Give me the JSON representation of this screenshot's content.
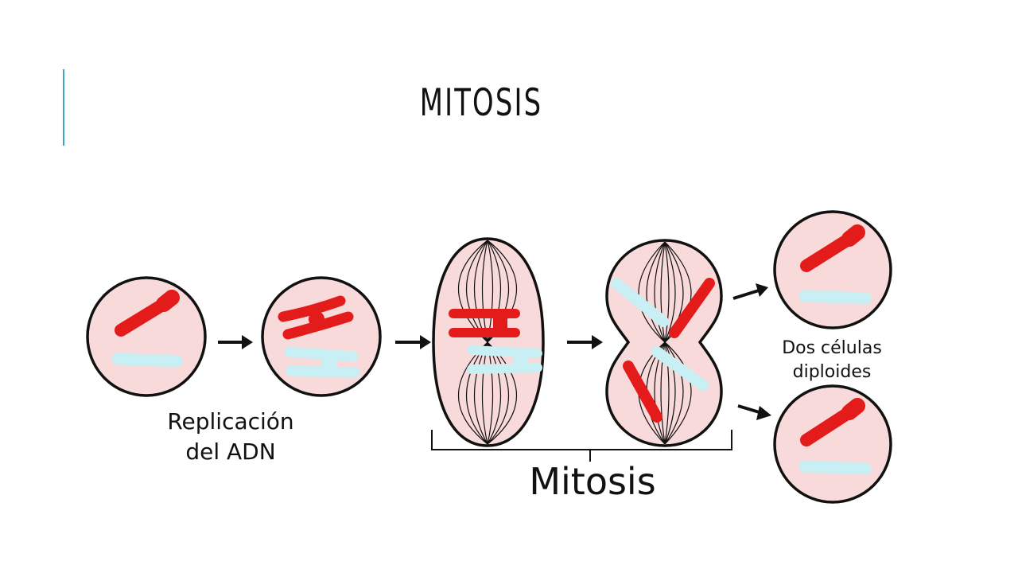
{
  "slide": {
    "title": "MITOSIS",
    "accent_color": "#3BA7C4"
  },
  "diagram": {
    "labels": {
      "replication_line1": "Replicación",
      "replication_line2": "del ADN",
      "daughter_line1": "Dos células",
      "daughter_line2": "diploides",
      "mitosis_caption": "Mitosis"
    },
    "colors": {
      "cell_fill": "#F9DADA",
      "outline": "#111111",
      "chromosome_red": "#E41B1B",
      "chromosome_blue": "#C8F0F4"
    },
    "icons": [
      "arrow-right-icon"
    ]
  }
}
